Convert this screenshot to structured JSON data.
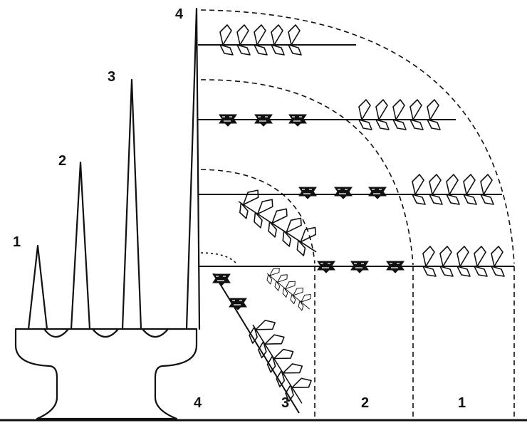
{
  "stage_labels": {
    "spike_1": "1",
    "spike_2": "2",
    "spike_3": "3",
    "spike_4": "4",
    "zone_4": "4",
    "zone_3": "3",
    "zone_2": "2",
    "zone_1": "1"
  },
  "colors": {
    "ink": "#111111",
    "background": "#ffffff"
  }
}
